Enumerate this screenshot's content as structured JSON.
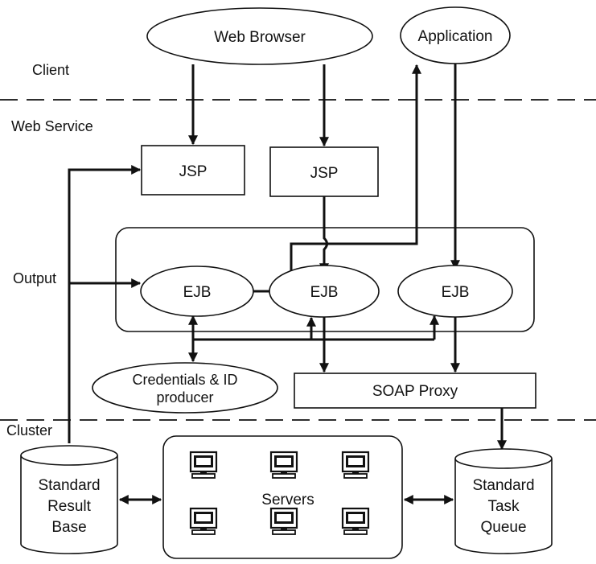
{
  "layers": {
    "client": "Client",
    "web_service": "Web Service",
    "cluster": "Cluster",
    "output": "Output"
  },
  "nodes": {
    "web_browser": "Web Browser",
    "application": "Application",
    "jsp_left": "JSP",
    "jsp_right": "JSP",
    "ejb_left": "EJB",
    "ejb_middle": "EJB",
    "ejb_right": "EJB",
    "credentials_line1": "Credentials & ID",
    "credentials_line2": "producer",
    "soap_proxy": "SOAP Proxy",
    "result_base": [
      "Standard",
      "Result",
      "Base"
    ],
    "task_queue": [
      "Standard",
      "Task",
      "Queue"
    ],
    "servers": "Servers"
  },
  "icons": {
    "server": "computer-monitor-icon"
  }
}
